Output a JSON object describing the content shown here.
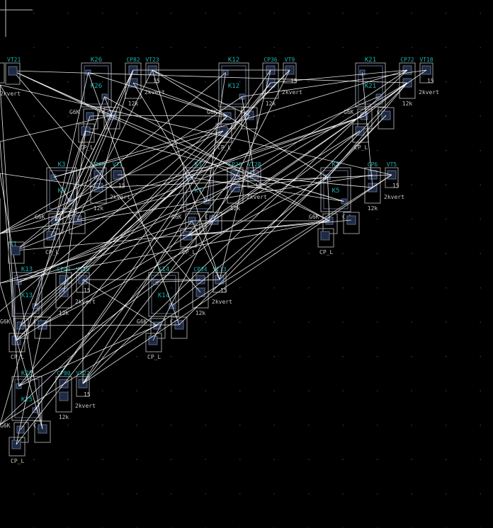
{
  "app": {
    "view": "pcb-layout-ratsnest",
    "colors": {
      "background": "#000000",
      "grid_dot": "#3a3a3a",
      "outline": "#9a9a9a",
      "courtyard": "#5a6a8a",
      "ratsnest": "#ffffff",
      "ref_text": "#19b3b3",
      "value_text": "#c8c8c8",
      "cursor": "#bfbfbf",
      "pad_fill": "#1f2a44",
      "pad_text": "#c0c0c0"
    }
  },
  "groups": [
    {
      "ref": "K26",
      "cap": "CP82",
      "vt": "VT23",
      "vt_sub": "15",
      "rel": "G6K",
      "r": "12k",
      "vert": "2kvert",
      "bottom": "CP_L",
      "cap_l": "C_L"
    },
    {
      "ref": "K12",
      "cap": "CP36",
      "vt": "VT9",
      "vt_sub": "15",
      "rel": "G6K",
      "r": "12k",
      "vert": "2kvert",
      "bottom": "CP_L",
      "cap_l": "C_L"
    },
    {
      "ref": "K21",
      "cap": "CP72",
      "vt": "VT18",
      "vt_sub": "15",
      "rel": "G6K",
      "r": "12k",
      "vert": "2kvert",
      "bottom": "CP_L",
      "cap_l": "C_L"
    },
    {
      "ref": "K3",
      "cap": "CP68",
      "vt": "VT1",
      "vt_sub": "15",
      "rel": "G6K",
      "r": "12k",
      "vert": "2kvert",
      "bottom": "CP_L",
      "cap_l": "C_L"
    },
    {
      "ref": "K7",
      "cap": "CP26",
      "vt": "VT28",
      "vt_sub": "15",
      "rel": "G6K",
      "r": "12k",
      "vert": "2kvert",
      "bottom": "CP_L",
      "cap_l": "C_L"
    },
    {
      "ref": "K5",
      "cap": "CP6",
      "vt": "VT5",
      "vt_sub": "15",
      "rel": "G6K",
      "r": "12k",
      "vert": "2kvert",
      "bottom": "CP_L",
      "cap_l": "C_L"
    },
    {
      "ref": "K13",
      "cap": "CP44",
      "vt": "VT10",
      "vt_sub": "15",
      "rel": "G6K",
      "r": "12k",
      "vert": "2kvert",
      "bottom": "CP_L",
      "cap_l": "C_L"
    },
    {
      "ref": "K14",
      "cap": "CP34",
      "vt": "VT13",
      "vt_sub": "15",
      "rel": "G6K",
      "r": "12k",
      "vert": "2kvert",
      "bottom": "CP_L",
      "cap_l": "C_L"
    },
    {
      "ref": "K25",
      "cap": "CP80",
      "vt": "VT22",
      "vt_sub": "15",
      "rel": "G6K",
      "r": "12k",
      "vert": "2kvert",
      "bottom": "CP_L",
      "cap_l": "C_L"
    }
  ],
  "edge_labels": {
    "top_left_vt": "VT21",
    "top_left_vert": "2kvert",
    "mid_left_ref": "K1"
  }
}
